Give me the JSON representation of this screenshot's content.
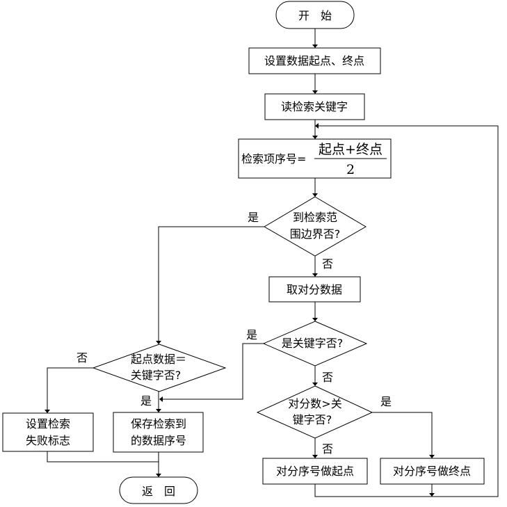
{
  "diagram": {
    "start": "开　始",
    "set_range": "设置数据起点、终点",
    "read_key": "读检索关键字",
    "compute": {
      "prefix": "检索项序号=",
      "numerator": "起点+终点",
      "denominator": "2"
    },
    "boundary_check": {
      "line1": "到检索范",
      "line2": "围边界否?"
    },
    "take_half": "取对分数据",
    "is_key": "是关键字否?",
    "start_eq_key": {
      "line1": "起点数据＝",
      "line2": "关键字否?"
    },
    "half_gt_key": {
      "line1": "对分数>关",
      "line2": "键字否?"
    },
    "set_fail": {
      "line1": "设置检索",
      "line2": "失败标志"
    },
    "save_found": {
      "line1": "保存检索到",
      "line2": "的数据序号"
    },
    "half_as_start": "对分序号做起点",
    "half_as_end": "对分序号做终点",
    "return": "返　回",
    "edge_labels": {
      "yes": "是",
      "no": "否"
    }
  }
}
